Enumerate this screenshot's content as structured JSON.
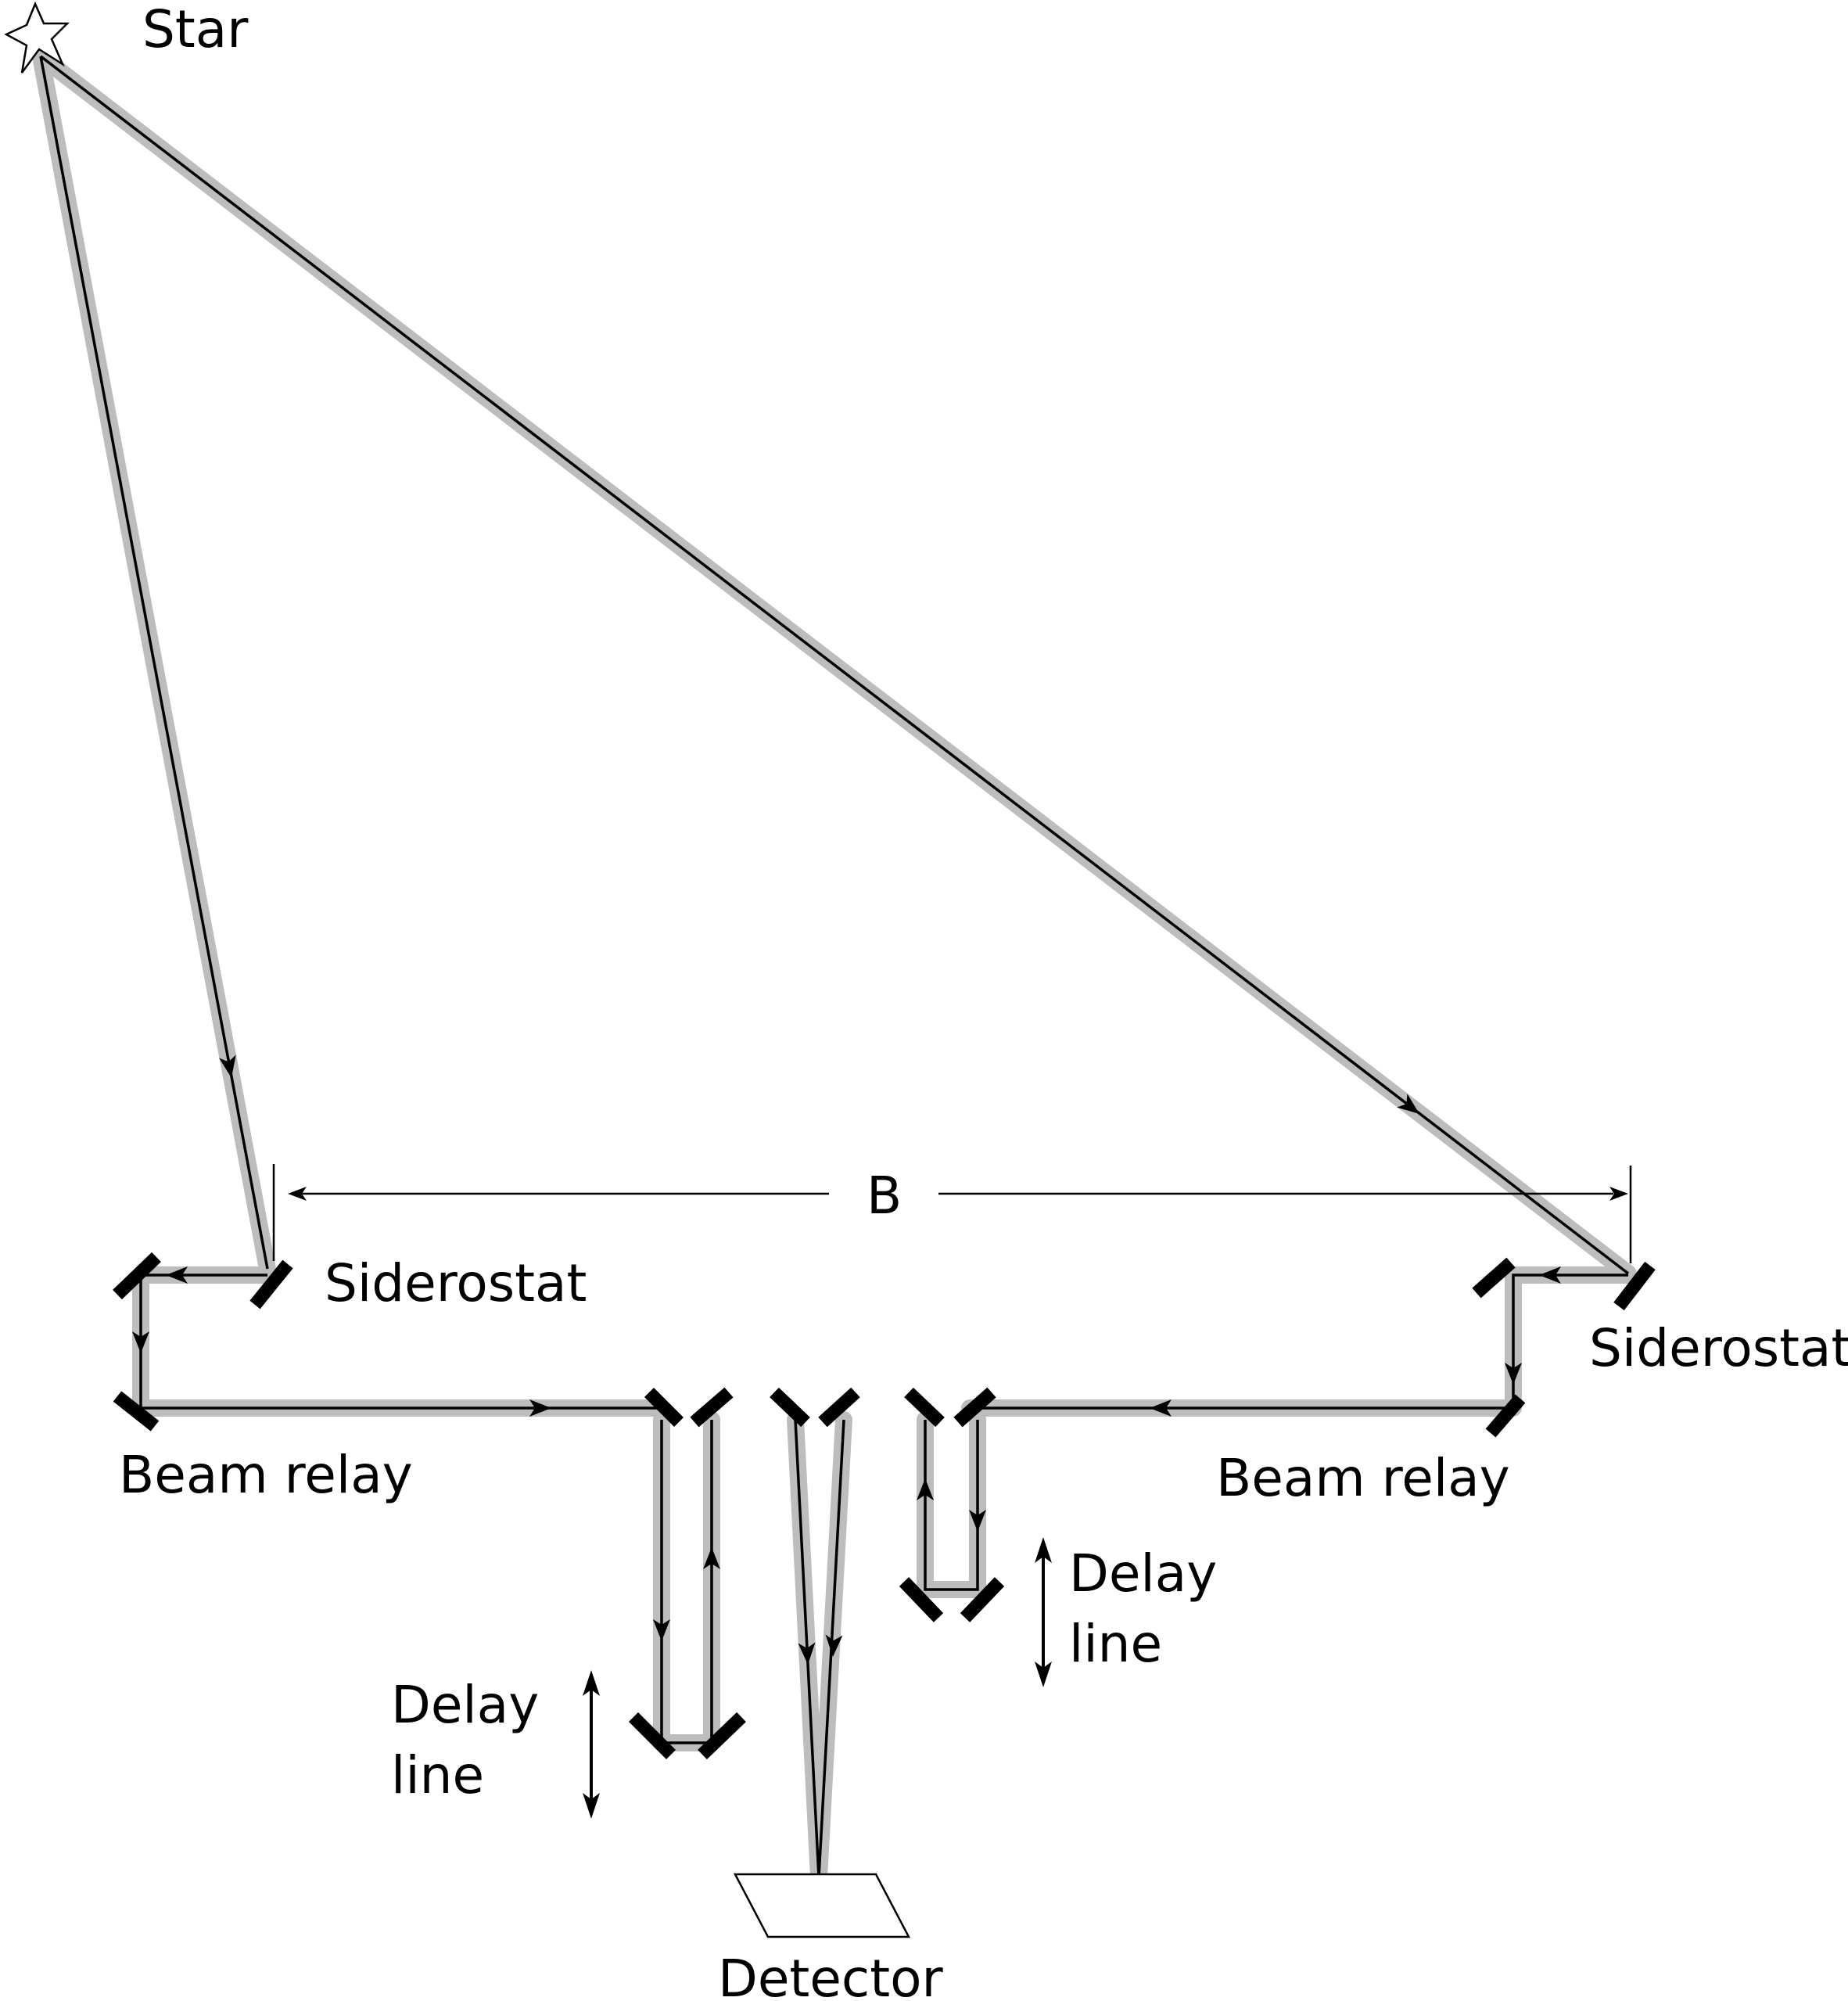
{
  "labels": {
    "star": "Star",
    "baseline": "B",
    "siderostat_left": "Siderostat",
    "siderostat_right": "Siderostat",
    "beam_relay_left": "Beam relay",
    "beam_relay_right": "Beam relay",
    "delay_line_left_1": "Delay",
    "delay_line_left_2": "line",
    "delay_line_right_1": "Delay",
    "delay_line_right_2": "line",
    "detector": "Detector"
  },
  "colors": {
    "ray": "#000000",
    "halo": "#bdbdbd",
    "mirror": "#333333",
    "background": "#ffffff"
  },
  "icons": {
    "star": "six-point-star-icon",
    "detector": "parallelogram-detector-icon"
  }
}
